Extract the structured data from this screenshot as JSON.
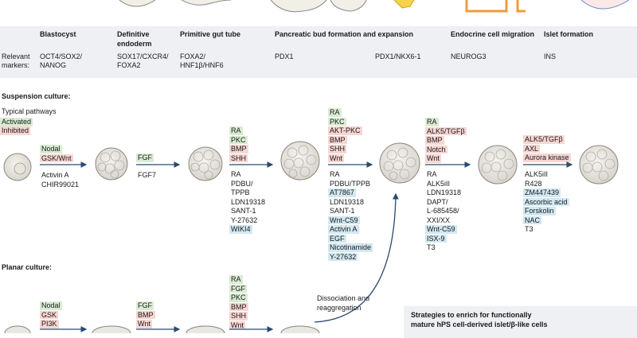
{
  "stages": [
    {
      "title": "Blastocyst",
      "markers": "OCT4/SOX2/\nNANOG"
    },
    {
      "title": "Definitive\nendoderm",
      "markers": "SOX17/CXCR4/\nFOXA2"
    },
    {
      "title": "Primitive gut tube",
      "markers": "FOXA2/\nHNF1β/HNF6"
    },
    {
      "title": "Pancreatic bud formation and expansion",
      "markers": "PDX1"
    },
    {
      "title": "",
      "markers": "PDX1/NKX6-1"
    },
    {
      "title": "Endocrine cell migration",
      "markers": "NEUROG3"
    },
    {
      "title": "Islet formation",
      "markers": "INS"
    }
  ],
  "relevant_markers_label": "Relevant\nmarkers:",
  "suspension": {
    "title": "Suspension culture:",
    "pathways_label": "Typical pathways",
    "legend_activated": "Activated",
    "legend_inhibited": "Inhibited",
    "step1": {
      "pathways": [
        {
          "t": "Nodal",
          "c": "g"
        },
        {
          "t": "GSK/Wnt",
          "c": "r"
        }
      ],
      "compounds": [
        {
          "t": "Activin A",
          "c": "plain"
        },
        {
          "t": "CHIR99021",
          "c": "plain"
        }
      ]
    },
    "step2": {
      "pathways": [
        {
          "t": "FGF",
          "c": "g"
        }
      ],
      "compounds": [
        {
          "t": "FGF7",
          "c": "plain"
        }
      ]
    },
    "step3": {
      "pathways": [
        {
          "t": "RA",
          "c": "g"
        },
        {
          "t": "PKC",
          "c": "g"
        },
        {
          "t": "BMP",
          "c": "r"
        },
        {
          "t": "SHH",
          "c": "r"
        }
      ],
      "compounds": [
        {
          "t": "RA",
          "c": "plain"
        },
        {
          "t": "PDBU/",
          "c": "plain"
        },
        {
          "t": "TPPB",
          "c": "plain"
        },
        {
          "t": "LDN19318",
          "c": "plain"
        },
        {
          "t": "SANT-1",
          "c": "plain"
        },
        {
          "t": "Y-27632",
          "c": "plain"
        },
        {
          "t": "WIKI4",
          "c": "b"
        }
      ]
    },
    "step4": {
      "pathways": [
        {
          "t": "RA",
          "c": "g"
        },
        {
          "t": "PKC",
          "c": "g"
        },
        {
          "t": "AKT-PKC",
          "c": "r"
        },
        {
          "t": "BMP",
          "c": "r"
        },
        {
          "t": "SHH",
          "c": "r"
        },
        {
          "t": "Wnt",
          "c": "r"
        }
      ],
      "compounds": [
        {
          "t": "RA",
          "c": "plain"
        },
        {
          "t": "PDBU/TPPB",
          "c": "plain"
        },
        {
          "t": "AT7867",
          "c": "b"
        },
        {
          "t": "LDN19318",
          "c": "plain"
        },
        {
          "t": "SANT-1",
          "c": "plain"
        },
        {
          "t": "Wnt-C59",
          "c": "b"
        },
        {
          "t": "Activin A",
          "c": "b"
        },
        {
          "t": "EGF",
          "c": "b"
        },
        {
          "t": "Nicotinamide",
          "c": "b"
        },
        {
          "t": "Y-27632",
          "c": "b"
        }
      ]
    },
    "step5": {
      "pathways": [
        {
          "t": "RA",
          "c": "g"
        },
        {
          "t": "ALK5/TGFβ",
          "c": "r"
        },
        {
          "t": "BMP",
          "c": "r"
        },
        {
          "t": "Notch",
          "c": "r"
        },
        {
          "t": "Wnt",
          "c": "r"
        }
      ],
      "compounds": [
        {
          "t": "RA",
          "c": "plain"
        },
        {
          "t": "ALK5iII",
          "c": "plain"
        },
        {
          "t": "LDN19318",
          "c": "plain"
        },
        {
          "t": "DAPT/",
          "c": "plain"
        },
        {
          "t": "L-685458/",
          "c": "plain"
        },
        {
          "t": "XXI/XX",
          "c": "plain"
        },
        {
          "t": "Wnt-C59",
          "c": "b"
        },
        {
          "t": "ISX-9",
          "c": "b"
        },
        {
          "t": "T3",
          "c": "plain"
        }
      ]
    },
    "step6": {
      "pathways": [
        {
          "t": "ALK5/TGFβ",
          "c": "r"
        },
        {
          "t": "AXL",
          "c": "r"
        },
        {
          "t": "Aurora kinase",
          "c": "r"
        }
      ],
      "compounds": [
        {
          "t": "ALK5iII",
          "c": "plain"
        },
        {
          "t": "R428",
          "c": "plain"
        },
        {
          "t": "ZM447439",
          "c": "b"
        },
        {
          "t": "Ascorbic acid",
          "c": "b"
        },
        {
          "t": "Forskolin",
          "c": "b"
        },
        {
          "t": "NAC",
          "c": "b"
        },
        {
          "t": "T3",
          "c": "plain"
        }
      ]
    }
  },
  "planar": {
    "title": "Planar culture:",
    "step1": [
      {
        "t": "Nodal",
        "c": "g"
      },
      {
        "t": "GSK",
        "c": "r"
      },
      {
        "t": "PI3K",
        "c": "r"
      }
    ],
    "step2": [
      {
        "t": "FGF",
        "c": "g"
      },
      {
        "t": "BMP",
        "c": "r"
      },
      {
        "t": "Wnt",
        "c": "r"
      }
    ],
    "step3": [
      {
        "t": "RA",
        "c": "g"
      },
      {
        "t": "FGF",
        "c": "g"
      },
      {
        "t": "PKC",
        "c": "g"
      },
      {
        "t": "BMP",
        "c": "r"
      },
      {
        "t": "SHH",
        "c": "r"
      },
      {
        "t": "Wnt",
        "c": "r"
      }
    ],
    "dissociation": "Dissociation and\nreaggregation"
  },
  "strategy_text": "Strategies to enrich for functionally\nmature hPS cell-derived islet/β-like cells",
  "colors": {
    "activated": "#d9ecd3",
    "inhibited": "#f6d6d2",
    "additional": "#d2e8f2",
    "arrow": "#2b4a6f",
    "band": "#eef0f3"
  }
}
